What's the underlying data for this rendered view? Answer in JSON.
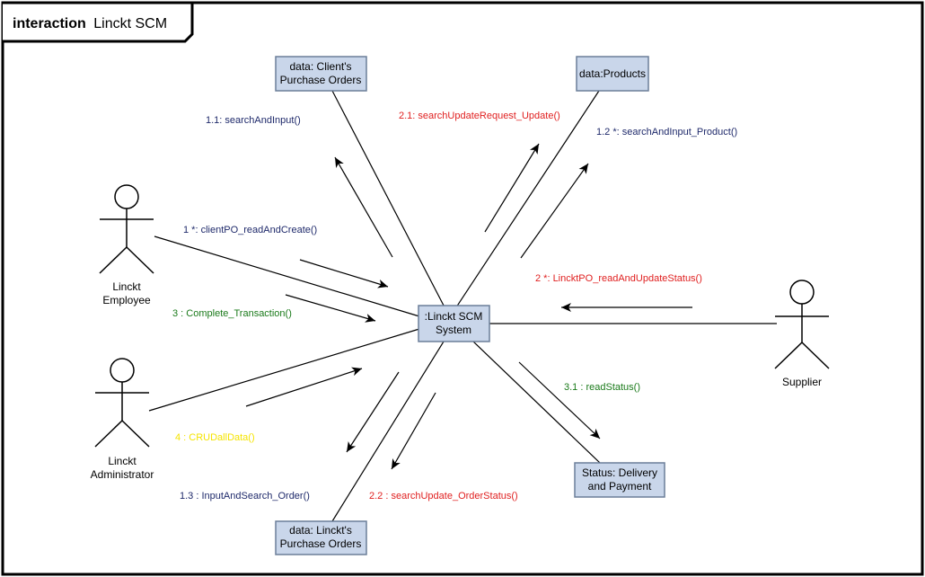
{
  "frame": {
    "keyword": "interaction",
    "name": "Linckt SCM"
  },
  "nodes": {
    "client_po": [
      "data: Client's",
      "Purchase Orders"
    ],
    "products": [
      "data:Products"
    ],
    "system": [
      ":Linckt SCM",
      "System"
    ],
    "status": [
      "Status: Delivery",
      "and Payment"
    ],
    "linckt_po": [
      "data: Linckt's",
      "Purchase Orders"
    ]
  },
  "actors": {
    "employee": [
      "Linckt",
      "Employee"
    ],
    "administrator": [
      "Linckt",
      "Administrator"
    ],
    "supplier": [
      "Supplier"
    ]
  },
  "messages": {
    "m_1_1": "1.1: searchAndInput()",
    "m_2_1": "2.1: searchUpdateRequest_Update()",
    "m_1_2": "1.2 *: searchAndInput_Product()",
    "m_1": "1 *: clientPO_readAndCreate()",
    "m_2": "2 *: LincktPO_readAndUpdateStatus()",
    "m_3": "3 : Complete_Transaction()",
    "m_3_1": "3.1 : readStatus()",
    "m_4": "4 : CRUDallData()",
    "m_1_3": "1.3 : InputAndSearch_Order()",
    "m_2_2": "2.2 : searchUpdate_OrderStatus()"
  },
  "colors": {
    "node_fill": "#c9d6ea",
    "node_stroke": "#6b7f99",
    "navy": "#1f2a6b",
    "red": "#e02020",
    "green": "#1a7a1a",
    "yellow": "#f5e400"
  }
}
